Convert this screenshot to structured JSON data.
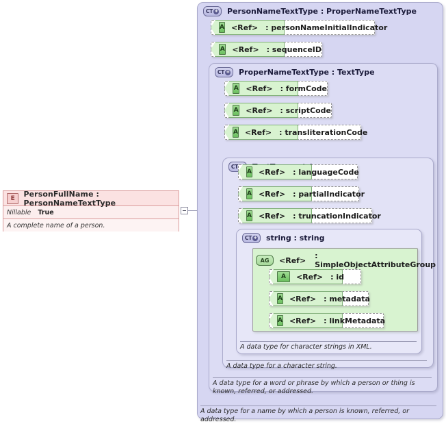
{
  "diagram": {
    "title": "XSD complexType hierarchy for PersonFullName"
  },
  "element": {
    "icon": "element-icon",
    "icon_label": "E",
    "title": "PersonFullName : PersonNameTextType",
    "property_key": "Nillable",
    "property_value": "True",
    "documentation": "A complete name of a person."
  },
  "toggle": {
    "name": "collapse-toggle",
    "state": "expanded"
  },
  "complex_types": [
    {
      "icon_label": "CT",
      "title": "PersonNameTextType : ProperNameTextType",
      "documentation": "A data type for a name by which a person is known, referred, or addressed."
    },
    {
      "icon_label": "CT",
      "title": "ProperNameTextType : TextType",
      "documentation": "A data type for a word or phrase by which a person or thing is known, referred, or addressed."
    },
    {
      "icon_label": "CT",
      "title": "TextType : string",
      "documentation": "A data type for a character string."
    },
    {
      "icon_label": "CT",
      "title": "string    : string",
      "documentation": "A data type for character strings in XML."
    }
  ],
  "attributes": {
    "person_name_text_type": [
      {
        "icon_label": "A",
        "ref": "<Ref>",
        "name": ": personNameInitialIndicator"
      },
      {
        "icon_label": "A",
        "ref": "<Ref>",
        "name": ": sequenceID"
      }
    ],
    "proper_name_text_type": [
      {
        "icon_label": "A",
        "ref": "<Ref>",
        "name": ": formCode"
      },
      {
        "icon_label": "A",
        "ref": "<Ref>",
        "name": ": scriptCode"
      },
      {
        "icon_label": "A",
        "ref": "<Ref>",
        "name": ": transliterationCode"
      }
    ],
    "text_type": [
      {
        "icon_label": "A",
        "ref": "<Ref>",
        "name": ": languageCode"
      },
      {
        "icon_label": "A",
        "ref": "<Ref>",
        "name": ": partialIndicator"
      },
      {
        "icon_label": "A",
        "ref": "<Ref>",
        "name": ": truncationIndicator"
      }
    ],
    "simple_object_attribute_group": [
      {
        "icon_label": "A",
        "ref": "<Ref>",
        "name": ": id"
      },
      {
        "icon_label": "A",
        "ref": "<Ref>",
        "name": ": metadata"
      },
      {
        "icon_label": "A",
        "ref": "<Ref>",
        "name": ": linkMetadata"
      }
    ]
  },
  "attribute_group": {
    "icon_label": "AG",
    "ref": "<Ref>",
    "name": ": SimpleObjectAttributeGroup"
  },
  "colors": {
    "element_fill": "#fce9e9",
    "element_border": "#d99a9a",
    "complextype_fill": "#d6d6f2",
    "complextype_border": "#aaaacb",
    "attribute_fill": "#d8f3d0",
    "attribute_border": "#7fae77",
    "connector": "#9a9ab4"
  }
}
